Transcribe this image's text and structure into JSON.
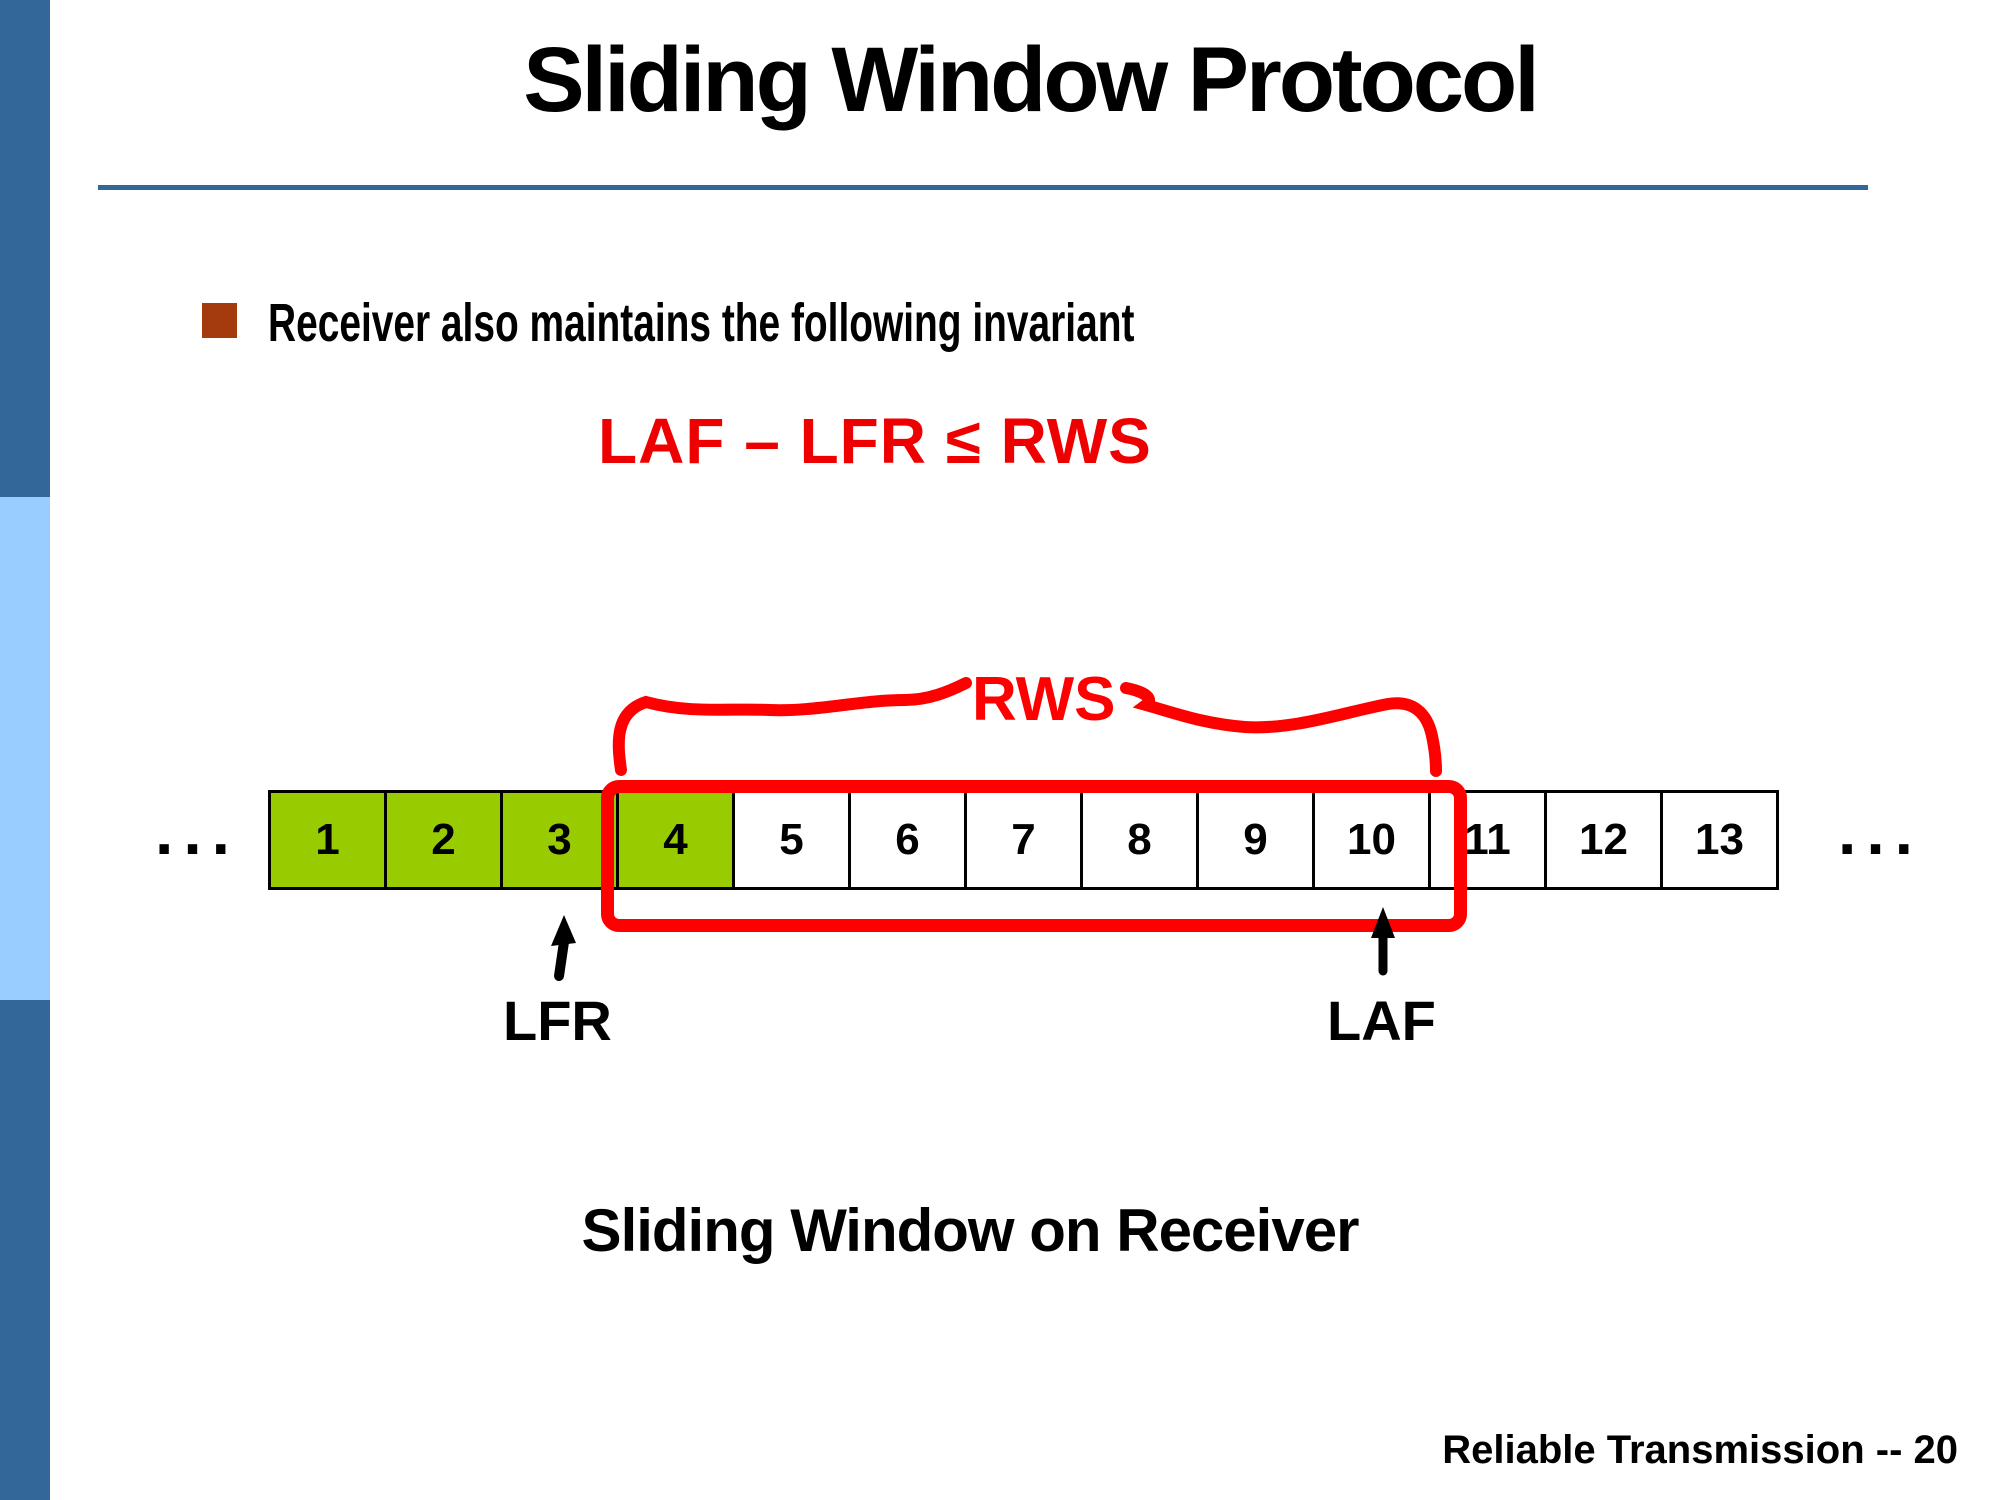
{
  "slide": {
    "title": "Sliding Window Protocol",
    "bullet": "Receiver also maintains the following invariant",
    "formula": "LAF – LFR ≤ RWS",
    "caption": "Sliding Window on Receiver",
    "footer": "Reliable Transmission -- 20"
  },
  "diagram": {
    "left_ellipsis": "...",
    "right_ellipsis": "...",
    "rws_label": "RWS",
    "lfr_label": "LFR",
    "laf_label": "LAF",
    "window_cells": "4-10",
    "cells": [
      {
        "value": "1",
        "received": true
      },
      {
        "value": "2",
        "received": true
      },
      {
        "value": "3",
        "received": true
      },
      {
        "value": "4",
        "received": true
      },
      {
        "value": "5",
        "received": false
      },
      {
        "value": "6",
        "received": false
      },
      {
        "value": "7",
        "received": false
      },
      {
        "value": "8",
        "received": false
      },
      {
        "value": "9",
        "received": false
      },
      {
        "value": "10",
        "received": false
      },
      {
        "value": "11",
        "received": false
      },
      {
        "value": "12",
        "received": false
      },
      {
        "value": "13",
        "received": false
      }
    ]
  },
  "colors": {
    "accent_blue": "#336699",
    "light_blue": "#99CCFF",
    "bullet_brown": "#A33B0D",
    "cell_green": "#99CC00",
    "window_red": "#FF0000",
    "formula_red": "#EE0000"
  }
}
